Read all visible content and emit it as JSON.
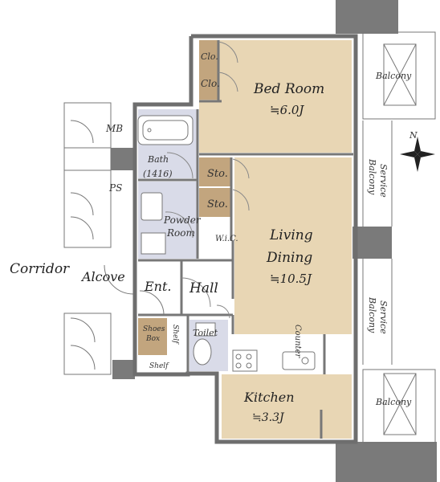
{
  "rooms": {
    "bedroom": {
      "name": "Bed Room",
      "size": "≒6.0J"
    },
    "living": {
      "name_line1": "Living",
      "name_line2": "Dining",
      "size": "≒10.5J"
    },
    "kitchen": {
      "name": "Kitchen",
      "size": "≒3.3J"
    },
    "bath": {
      "name": "Bath",
      "size": "(1416)"
    },
    "powder": {
      "line1": "Powder",
      "line2": "Room"
    },
    "toilet": "Toilet",
    "entrance": "Ent.",
    "hall": "Hall",
    "alcove": "Alcove",
    "corridor": "Corridor",
    "mb": "MB",
    "ps": "PS",
    "clo1": "Clo.",
    "clo2": "Clo.",
    "sto1": "Sto.",
    "sto2": "Sto.",
    "wic": "W.i.C.",
    "shoes_box_line1": "Shoes",
    "shoes_box_line2": "Box",
    "shelf_vertical": "Shelf",
    "shelf_bottom": "Shelf",
    "counter": "Counter",
    "balcony_top": "Balcony",
    "balcony_bottom": "Balcony",
    "service_balcony_top": [
      "Service",
      "Balcony"
    ],
    "service_balcony_bottom": [
      "Service",
      "Balcony"
    ]
  },
  "compass": {
    "label": "N"
  },
  "colors": {
    "room_fill": "#e8d6b4",
    "wet_fill": "#d9dbe8",
    "storage_fill": "#c2a57e",
    "wall": "#7a7a7a"
  }
}
